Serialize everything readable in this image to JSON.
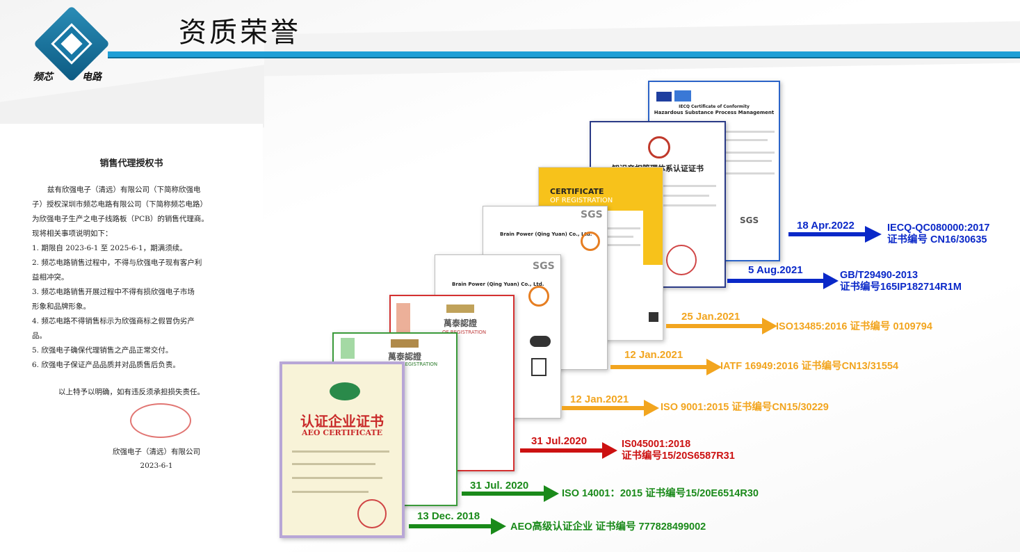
{
  "header": {
    "title": "资质荣誉",
    "logo_left": "频芯",
    "logo_right": "电路"
  },
  "letter": {
    "title": "销售代理授权书",
    "paragraphs": [
      "兹有欣强电子（清远）有限公司（下简称欣强电",
      "子）授权深圳市频芯电路有限公司（下简称频芯电路）",
      "为欣强电子生产之电子线路板（PCB）的销售代理商。",
      "现将相关事项说明如下：",
      "1. 期限自 2023-6-1 至 2025-6-1，期满须续。",
      "2. 频芯电路销售过程中，不得与欣强电子现有客户利",
      "益相冲突。",
      "3. 频芯电路销售开展过程中不得有损欣强电子市场",
      "形象和品牌形象。",
      "4. 频芯电路不得销售标示为欣强商标之假冒伪劣产",
      "品。",
      "5. 欣强电子确保代理销售之产品正常交付。",
      "6. 欣强电子保证产品品质并对品质售后负责。"
    ],
    "closing": "以上特予以明确，如有违反须承担损失责任。",
    "company": "欣强电子（清远）有限公司",
    "date": "2023-6-1"
  },
  "certificates": {
    "aeo_heading": "认证企业证书",
    "aeo_sub": "AEO CERTIFICATE",
    "intertek_heading": "CERTIFICATE",
    "intertek_sub": "OF REGISTRATION",
    "ip_heading": "知识产权管理体系认证证书",
    "iecq_heading": "IECQ Certificate of Conformity",
    "iecq_sub": "Hazardous Substance Process Management",
    "company_en": "Brain Power (Qing Yuan) Co., Ltd.",
    "sgs": "SGS",
    "wt_text": "萬泰認證",
    "wt_sub": "OF REGISTRATION"
  },
  "timeline": [
    {
      "date": "18 Apr.2022",
      "info": [
        "IECQ-QC080000:2017",
        "证书编号 CN16/30635"
      ],
      "color": "#0a28c8"
    },
    {
      "date": "5 Aug.2021",
      "info": [
        "GB/T29490-2013",
        "证书编号165IP182714R1M"
      ],
      "color": "#0a28c8"
    },
    {
      "date": "25 Jan.2021",
      "info": [
        "ISO13485:2016 证书编号 0109794"
      ],
      "color": "#f2a51f"
    },
    {
      "date": "12 Jan.2021",
      "info": [
        "IATF 16949:2016 证书编号CN13/31554"
      ],
      "color": "#f2a51f"
    },
    {
      "date": "12 Jan.2021",
      "info": [
        "ISO 9001:2015 证书编号CN15/30229"
      ],
      "color": "#f2a51f"
    },
    {
      "date": "31 Jul.2020",
      "info": [
        "IS045001:2018",
        "证书编号15/20S6587R31"
      ],
      "color": "#cc1111"
    },
    {
      "date": "31 Jul. 2020",
      "info": [
        "ISO 14001：2015 证书编号15/20E6514R30"
      ],
      "color": "#1a8a1a"
    },
    {
      "date": "13 Dec. 2018",
      "info": [
        "AEO高级认证企业 证书编号 777828499002"
      ],
      "color": "#1a8a1a"
    }
  ]
}
